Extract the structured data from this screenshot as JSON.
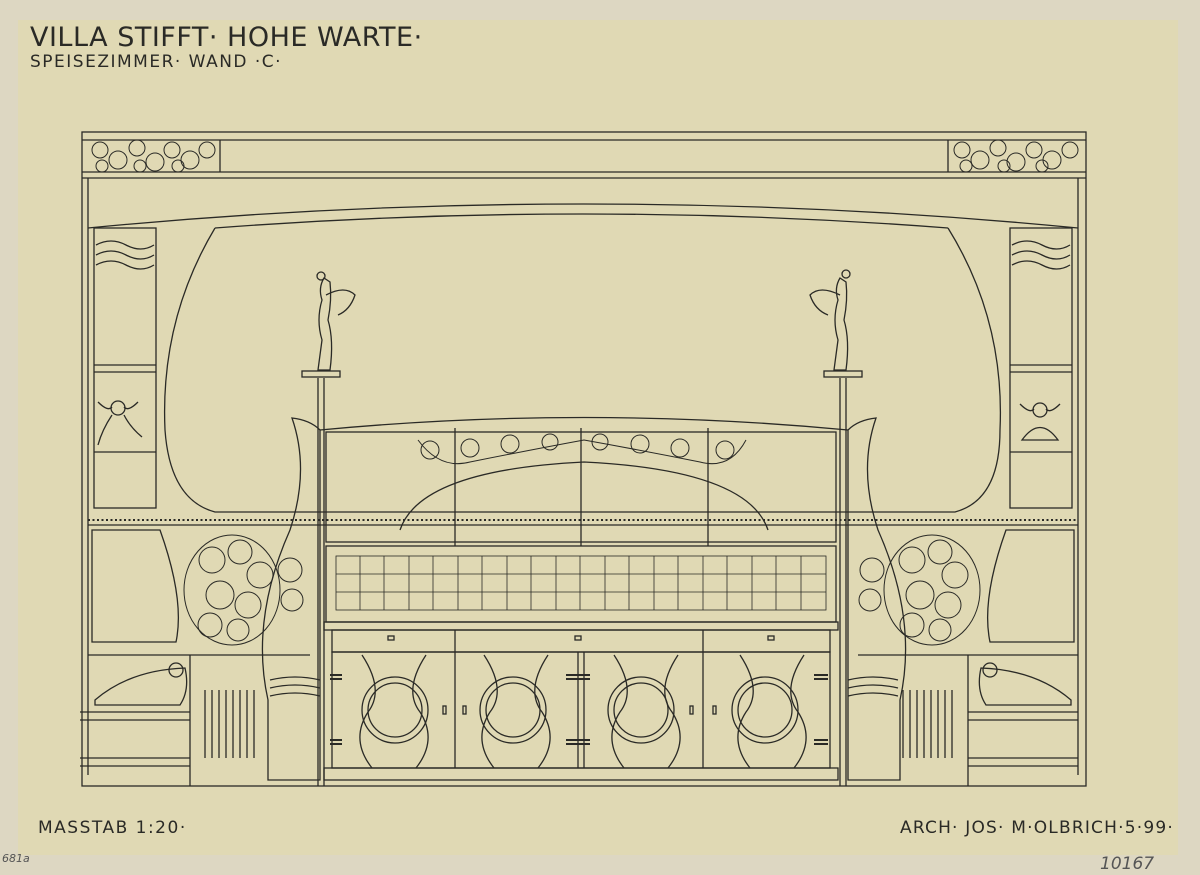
{
  "title": "VILLA STIFFT· HOHE WARTE·",
  "subtitle": "SPEISEZIMMER· WAND ·C·",
  "scale": "MASSTAB 1:20·",
  "architect": "ARCH· JOS· M·OLBRICH·5·99·",
  "inventory_left": "681a",
  "inventory_right": "10167",
  "colors": {
    "paper": "#e0d9b4",
    "border": "#ddd7c2",
    "ink": "#2a2a26"
  }
}
